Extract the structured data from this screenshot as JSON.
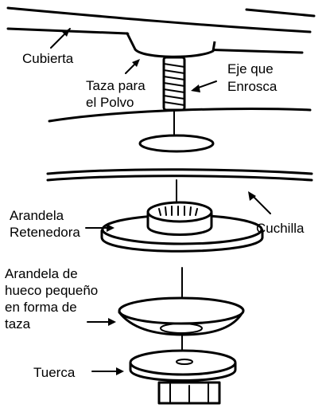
{
  "labels": {
    "cubierta": "Cubierta",
    "taza_line1": "Taza para",
    "taza_line2": "el Polvo",
    "eje_line1": "Eje que",
    "eje_line2": "Enrosca",
    "arandela_ret_line1": "Arandela",
    "arandela_ret_line2": "Retenedora",
    "cuchilla": "Cuchilla",
    "arandela_hueco_line1": "Arandela de",
    "arandela_hueco_line2": "hueco pequeño",
    "arandela_hueco_line3": "en forma de",
    "arandela_hueco_line4": "taza",
    "tuerca": "Tuerca"
  }
}
